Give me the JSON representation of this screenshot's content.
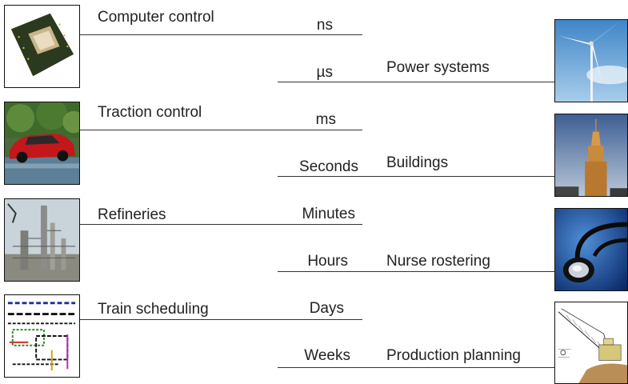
{
  "left_items": [
    {
      "label": "Computer control",
      "image": "cpu-chip-photo"
    },
    {
      "label": "Traction control",
      "image": "red-car-photo"
    },
    {
      "label": "Refineries",
      "image": "refinery-photo"
    },
    {
      "label": "Train scheduling",
      "image": "train-timetable-photo"
    }
  ],
  "time_scales": [
    "ns",
    "µs",
    "ms",
    "Seconds",
    "Minutes",
    "Hours",
    "Days",
    "Weeks"
  ],
  "right_items": [
    {
      "label": "Power systems",
      "image": "wind-turbine-photo"
    },
    {
      "label": "Buildings",
      "image": "skyscraper-photo"
    },
    {
      "label": "Nurse rostering",
      "image": "stethoscope-photo"
    },
    {
      "label": "Production planning",
      "image": "mining-machine-photo"
    }
  ]
}
